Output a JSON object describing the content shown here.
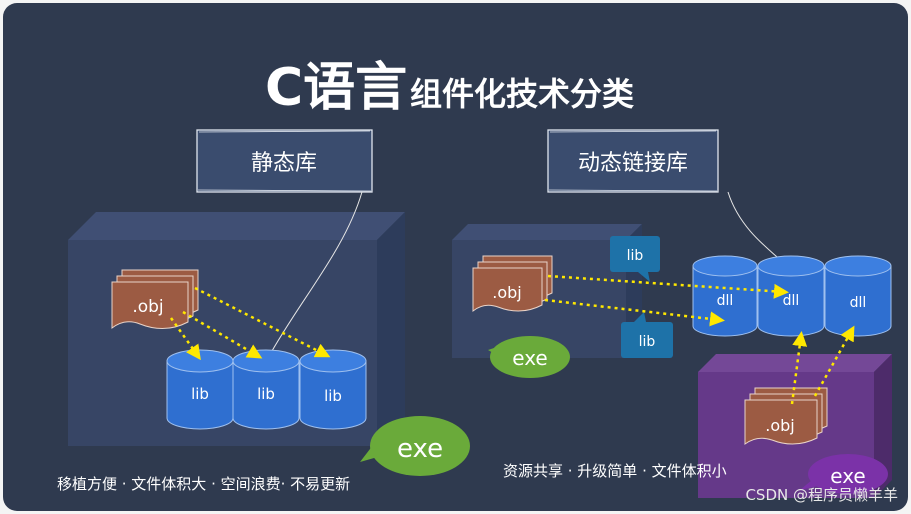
{
  "title": {
    "main": "C语言",
    "sub": "组件化技术分类"
  },
  "static_panel": {
    "heading": "静态库",
    "obj_label": ".obj",
    "lib_labels": [
      "lib",
      "lib",
      "lib"
    ],
    "exe_label": "exe",
    "caption": "移植方便 · 文件体积大 · 空间浪费· 不易更新"
  },
  "dynamic_panel": {
    "heading": "动态链接库",
    "obj_label": ".obj",
    "lib_tags": [
      "lib",
      "lib"
    ],
    "exe_label": "exe",
    "dll_labels": [
      "dll",
      "dll",
      "dll"
    ],
    "obj2_label": ".obj",
    "exe2_label": "exe",
    "caption": "资源共享 · 升级简单 ·  文件体积小"
  },
  "watermark": "CSDN @程序员懒羊羊",
  "colors": {
    "background": "#2f3a4f",
    "box": "#384868",
    "obj": "#9c5b43",
    "cylinder": "#2f6fd0",
    "exe_green": "#6aaa3a",
    "purple": "#6c3a8f",
    "arrow": "#ffe800",
    "lib_tag": "#1e72a8"
  }
}
